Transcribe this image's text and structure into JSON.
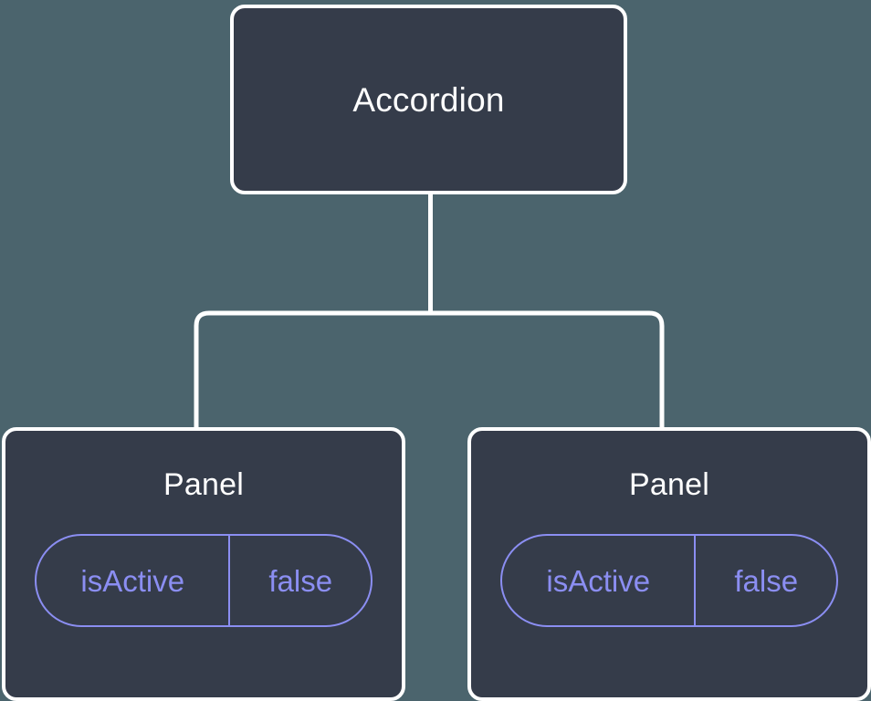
{
  "diagram": {
    "type": "component-tree",
    "background_color": "#4b646d",
    "node_fill_color": "#353c4a",
    "node_border_color": "#ffffff",
    "node_text_color": "#ffffff",
    "prop_accent_color": "#8b8ef2",
    "connector_color": "#ffffff"
  },
  "root": {
    "label": "Accordion"
  },
  "children": [
    {
      "label": "Panel",
      "prop": {
        "key": "isActive",
        "value": "false"
      }
    },
    {
      "label": "Panel",
      "prop": {
        "key": "isActive",
        "value": "false"
      }
    }
  ]
}
